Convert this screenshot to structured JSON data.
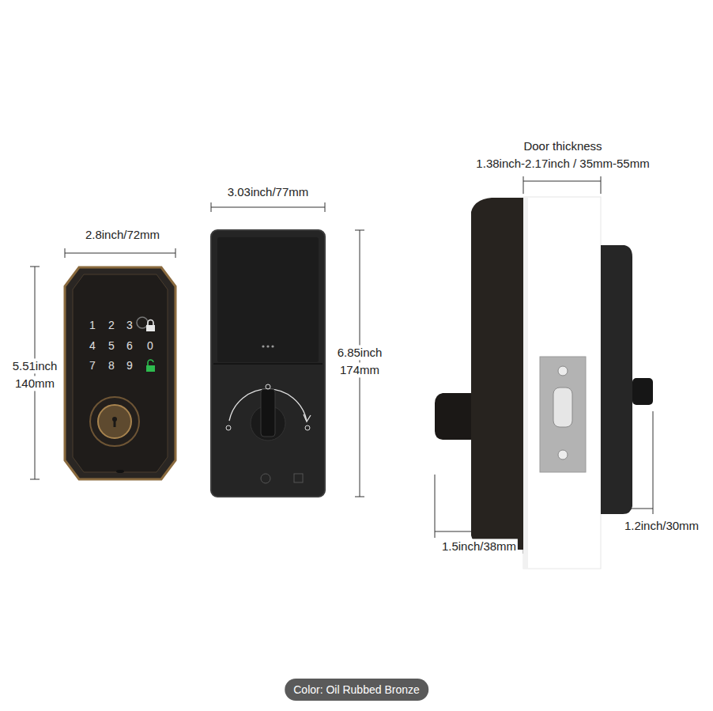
{
  "diagram": {
    "nodes": [
      {
        "text": [
          "Color: Oil Rubbed Bronze"
        ]
      }
    ],
    "labels": [
      "2.8inch/72mm",
      "5.51inch",
      "140mm",
      "3.03inch/77mm",
      "6.85inch",
      "174mm",
      "Door thickness",
      "1.38inch-2.17inch / 35mm-55mm",
      "1.5inch/38mm",
      "1.2inch/30mm",
      "1",
      "2",
      "3",
      "4",
      "5",
      "6",
      "0",
      "7",
      "8",
      "9"
    ]
  }
}
